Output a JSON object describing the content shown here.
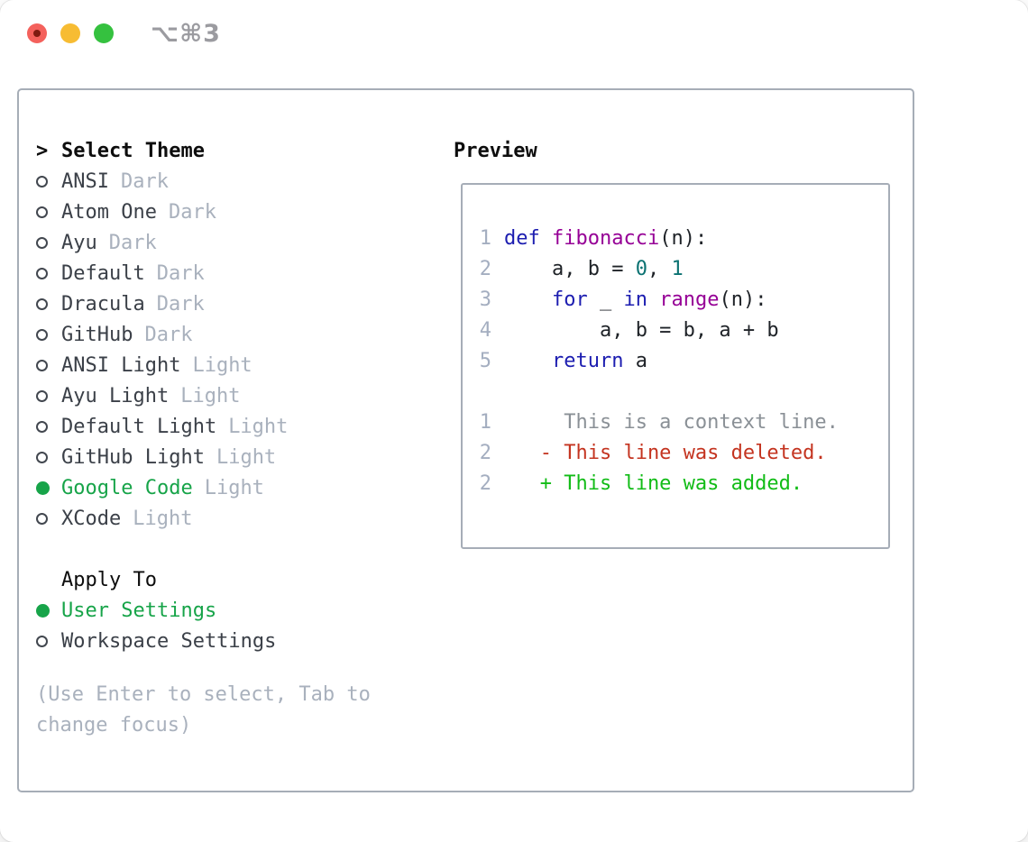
{
  "window": {
    "title": "⌥⌘3"
  },
  "traffic_lights": [
    {
      "name": "close"
    },
    {
      "name": "minimize"
    },
    {
      "name": "zoom"
    }
  ],
  "theme_panel": {
    "header": {
      "prompt": ">",
      "label": "Select Theme"
    },
    "themes": [
      {
        "name": "ANSI",
        "tag": "Dark",
        "selected": false
      },
      {
        "name": "Atom One",
        "tag": "Dark",
        "selected": false
      },
      {
        "name": "Ayu",
        "tag": "Dark",
        "selected": false
      },
      {
        "name": "Default",
        "tag": "Dark",
        "selected": false
      },
      {
        "name": "Dracula",
        "tag": "Dark",
        "selected": false
      },
      {
        "name": "GitHub",
        "tag": "Dark",
        "selected": false
      },
      {
        "name": "ANSI Light",
        "tag": "Light",
        "selected": false
      },
      {
        "name": "Ayu Light",
        "tag": "Light",
        "selected": false
      },
      {
        "name": "Default Light",
        "tag": "Light",
        "selected": false
      },
      {
        "name": "GitHub Light",
        "tag": "Light",
        "selected": false
      },
      {
        "name": "Google Code",
        "tag": "Light",
        "selected": true
      },
      {
        "name": "XCode",
        "tag": "Light",
        "selected": false
      }
    ],
    "apply_to": {
      "label": "Apply To",
      "options": [
        {
          "name": "User Settings",
          "selected": true
        },
        {
          "name": "Workspace Settings",
          "selected": false
        }
      ]
    },
    "help_text": "(Use Enter to select, Tab to change focus)"
  },
  "preview": {
    "label": "Preview",
    "code_lines": [
      {
        "num": "1",
        "tokens": [
          {
            "t": "def",
            "c": "kw"
          },
          {
            "t": " "
          },
          {
            "t": "fibonacci",
            "c": "fn"
          },
          {
            "t": "(n):"
          }
        ]
      },
      {
        "num": "2",
        "tokens": [
          {
            "t": "    a, b = "
          },
          {
            "t": "0",
            "c": "num"
          },
          {
            "t": ", "
          },
          {
            "t": "1",
            "c": "num"
          }
        ]
      },
      {
        "num": "3",
        "tokens": [
          {
            "t": "    "
          },
          {
            "t": "for",
            "c": "kw"
          },
          {
            "t": " _ "
          },
          {
            "t": "in",
            "c": "kw"
          },
          {
            "t": " "
          },
          {
            "t": "range",
            "c": "fn"
          },
          {
            "t": "(n):"
          }
        ]
      },
      {
        "num": "4",
        "tokens": [
          {
            "t": "        a, b = b, a + b"
          }
        ]
      },
      {
        "num": "5",
        "tokens": [
          {
            "t": "    "
          },
          {
            "t": "return",
            "c": "kw"
          },
          {
            "t": " a"
          }
        ]
      }
    ],
    "diff_lines": [
      {
        "num": "1",
        "kind": "context",
        "text": "     This is a context line."
      },
      {
        "num": "2",
        "kind": "deleted",
        "text": "   - This line was deleted."
      },
      {
        "num": "2",
        "kind": "added",
        "text": "   + This line was added."
      }
    ]
  },
  "colors": {
    "accent-green": "#17a449",
    "keyword": "#1c1db0",
    "function": "#960096",
    "number": "#0b7272",
    "code-text": "#1e2227",
    "context-gray": "#8a9096",
    "deleted-red": "#c43420",
    "added-green": "#12bc17",
    "muted": "#a9b1bd",
    "item-text": "#3b4048",
    "line-number": "#a4aec0",
    "border": "#a6adb7",
    "traffic-red": "#f4615c",
    "traffic-yellow": "#f7bc33",
    "traffic-green": "#35c13f"
  }
}
